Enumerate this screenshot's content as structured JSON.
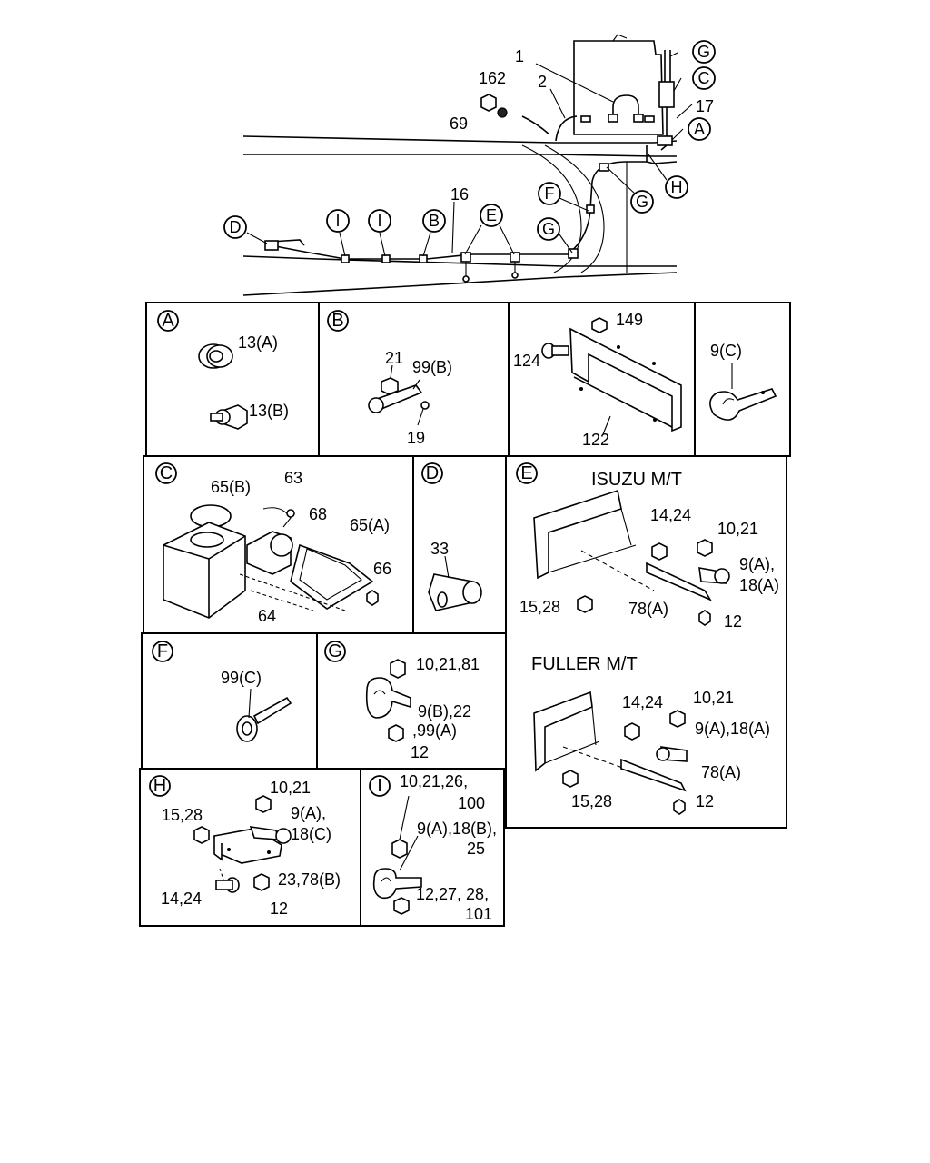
{
  "main": {
    "callouts": {
      "n1": "1",
      "n2": "2",
      "n162": "162",
      "n69": "69",
      "n17": "17",
      "n16": "16",
      "cG1": "G",
      "cC": "C",
      "cA": "A",
      "cH": "H",
      "cG2": "G",
      "cF": "F",
      "cG3": "G",
      "cD": "D",
      "cI1": "I",
      "cI2": "I",
      "cB": "B",
      "cE": "E"
    }
  },
  "panels": {
    "A": {
      "letter": "A",
      "p1": "13(A)",
      "p2": "13(B)"
    },
    "B": {
      "letter": "B",
      "p1": "21",
      "p2": "99(B)",
      "p3": "19"
    },
    "bracket": {
      "p1": "124",
      "p2": "149",
      "p3": "122"
    },
    "clip": {
      "p1": "9(C)"
    },
    "C": {
      "letter": "C",
      "p1": "65(B)",
      "p2": "63",
      "p3": "68",
      "p4": "65(A)",
      "p5": "66",
      "p6": "64"
    },
    "D": {
      "letter": "D",
      "p1": "33"
    },
    "E": {
      "letter": "E",
      "isuzu_title": "ISUZU M/T",
      "fuller_title": "FULLER M/T",
      "i1": "14,24",
      "i2": "10,21",
      "i3": "9(A),",
      "i4": "18(A)",
      "i5": "15,28",
      "i6": "78(A)",
      "i7": "12",
      "f1": "14,24",
      "f2": "10,21",
      "f3": "9(A),18(A)",
      "f4": "78(A)",
      "f5": "15,28",
      "f6": "12"
    },
    "F": {
      "letter": "F",
      "p1": "99(C)"
    },
    "G": {
      "letter": "G",
      "p1": "10,21,81",
      "p2": "9(B),22",
      "p3": ",99(A)",
      "p4": "12"
    },
    "H": {
      "letter": "H",
      "p1": "10,21",
      "p2": "15,28",
      "p3": "9(A),",
      "p4": "18(C)",
      "p5": "23,78(B)",
      "p6": "14,24",
      "p7": "12"
    },
    "I": {
      "letter": "I",
      "p1": "10,21,26,",
      "p2": "100",
      "p3": "9(A),18(B),",
      "p4": "25",
      "p5": "12,27, 28,",
      "p6": "101"
    }
  }
}
